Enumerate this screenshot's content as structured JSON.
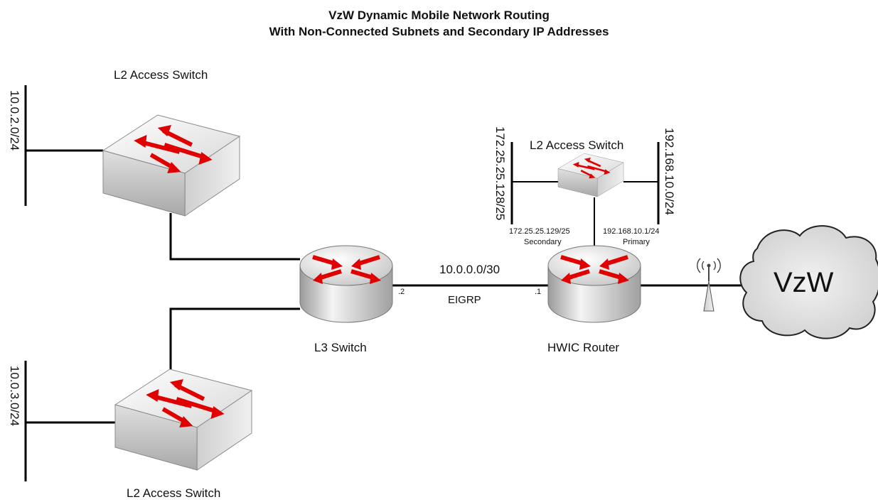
{
  "title": {
    "line1": "VzW Dynamic Mobile Network Routing",
    "line2": "With Non-Connected Subnets and Secondary IP Addresses"
  },
  "devices": {
    "l2_top_left": "L2 Access Switch",
    "l2_bottom_left": "L2 Access Switch",
    "l2_upper_right": "L2 Access Switch",
    "l3_switch": "L3 Switch",
    "hwic_router": "HWIC Router",
    "cloud": "VzW"
  },
  "subnets": {
    "left_top": "10.0.2.0/24",
    "left_bottom": "10.0.3.0/24",
    "secondary_net": "172.25.25.128/25",
    "primary_net": "192.168.10.0/24"
  },
  "link": {
    "network": "10.0.0.0/30",
    "protocol": "EIGRP",
    "l3_end": ".2",
    "router_end": ".1"
  },
  "addresses": {
    "secondary_ip": "172.25.25.129/25",
    "secondary_tag": "Secondary",
    "primary_ip": "192.168.10.1/24",
    "primary_tag": "Primary"
  },
  "colors": {
    "arrow": "#e00000",
    "device_fill": "#e4e4e4",
    "line": "#000000"
  }
}
